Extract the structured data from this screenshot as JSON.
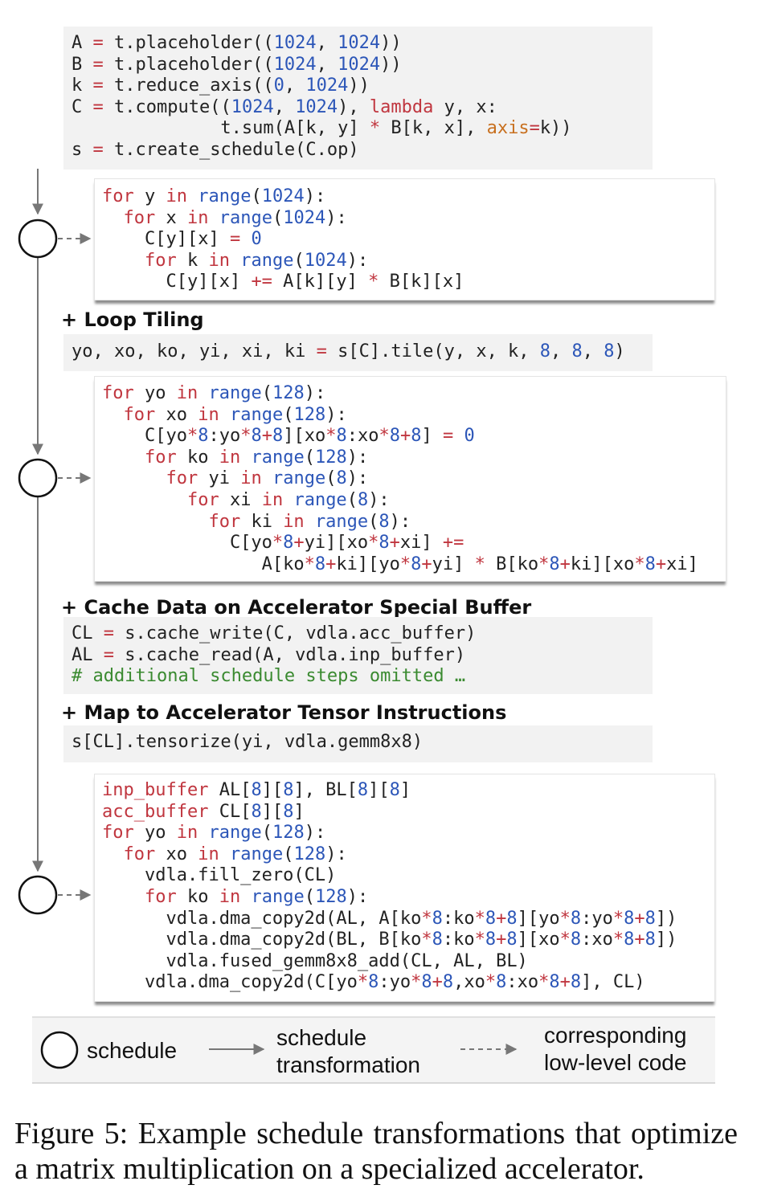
{
  "code": {
    "setup": [
      "A = t.placeholder((1024, 1024))",
      "B = t.placeholder((1024, 1024))",
      "k = t.reduce_axis((0, 1024))",
      "C = t.compute((1024, 1024), lambda y, x:",
      "              t.sum(A[k, y] * B[k, x], axis=k))",
      "s = t.create_schedule(C.op)"
    ],
    "lowlevel_1": [
      "for y in range(1024):",
      "  for x in range(1024):",
      "    C[y][x] = 0",
      "    for k in range(1024):",
      "      C[y][x] += A[k][y] * B[k][x]"
    ],
    "tiling": [
      "yo, xo, ko, yi, xi, ki = s[C].tile(y, x, k, 8, 8, 8)"
    ],
    "lowlevel_2": [
      "for yo in range(128):",
      "  for xo in range(128):",
      "    C[yo*8:yo*8+8][xo*8:xo*8+8] = 0",
      "    for ko in range(128):",
      "      for yi in range(8):",
      "        for xi in range(8):",
      "          for ki in range(8):",
      "            C[yo*8+yi][xo*8+xi] +=",
      "               A[ko*8+ki][yo*8+yi] * B[ko*8+ki][xo*8+xi]"
    ],
    "cache": [
      "CL = s.cache_write(C, vdla.acc_buffer)",
      "AL = s.cache_read(A, vdla.inp_buffer)",
      "# additional schedule steps omitted …"
    ],
    "tensorize": [
      "s[CL].tensorize(yi, vdla.gemm8x8)"
    ],
    "lowlevel_3": [
      "inp_buffer AL[8][8], BL[8][8]",
      "acc_buffer CL[8][8]",
      "for yo in range(128):",
      "  for xo in range(128):",
      "    vdla.fill_zero(CL)",
      "    for ko in range(128):",
      "      vdla.dma_copy2d(AL, A[ko*8:ko*8+8][yo*8:yo*8+8])",
      "      vdla.dma_copy2d(BL, B[ko*8:ko*8+8][xo*8:xo*8+8])",
      "      vdla.fused_gemm8x8_add(CL, AL, BL)",
      "    vdla.dma_copy2d(C[yo*8:yo*8+8,xo*8:xo*8+8], CL)"
    ]
  },
  "headings": {
    "tiling": "+ Loop Tiling",
    "cache": "+ Cache Data on Accelerator Special Buffer",
    "tensorize": "+ Map to Accelerator Tensor Instructions"
  },
  "legend": {
    "schedule": "schedule",
    "transformation_line1": "schedule",
    "transformation_line2": "transformation",
    "lowlevel_line1": "corresponding",
    "lowlevel_line2": "low-level code"
  },
  "caption": "Figure 5: Example schedule transformations that optimize a matrix multiplication on a specialized accelerator.",
  "colors": {
    "keyword": "#c0363f",
    "number": "#2c56b8",
    "argument": "#c8701f",
    "comment": "#3a8a30",
    "code_background": "#f2f2f2"
  }
}
